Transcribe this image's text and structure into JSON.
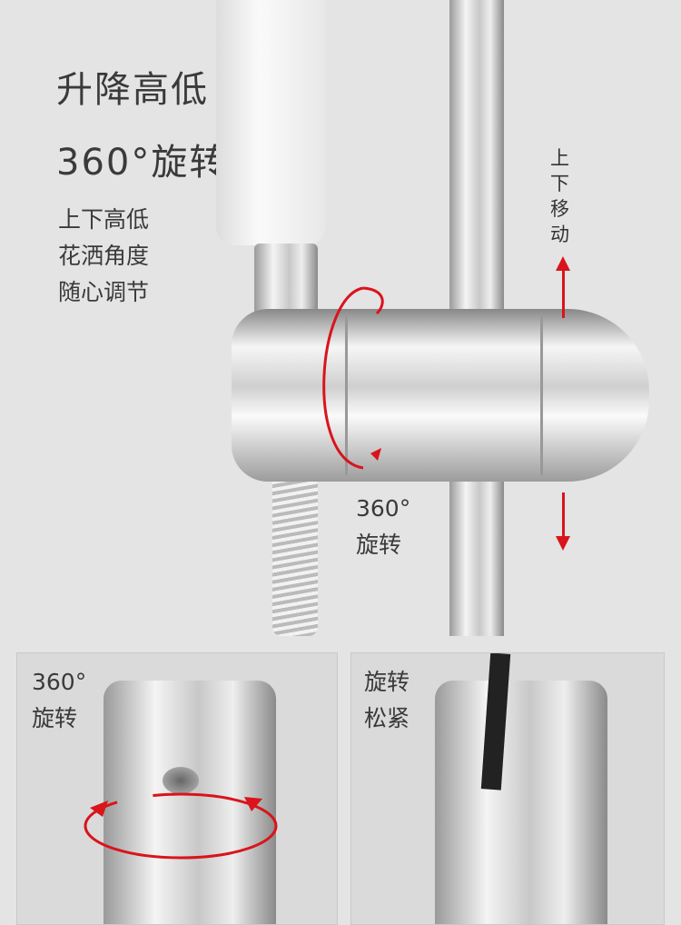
{
  "headline": {
    "line1": "升降高低",
    "line2": "360°旋转"
  },
  "features": [
    "上下高低",
    "花洒角度",
    "随心调节"
  ],
  "labels": {
    "vertical_move": "上下移动",
    "rotate_main": {
      "deg": "360°",
      "text": "旋转"
    }
  },
  "panels": [
    {
      "deg": "360°",
      "text": "旋转"
    },
    {
      "line1": "旋转",
      "line2": "松紧"
    }
  ],
  "colors": {
    "accent": "#d9141b",
    "background": "#e4e4e4"
  }
}
